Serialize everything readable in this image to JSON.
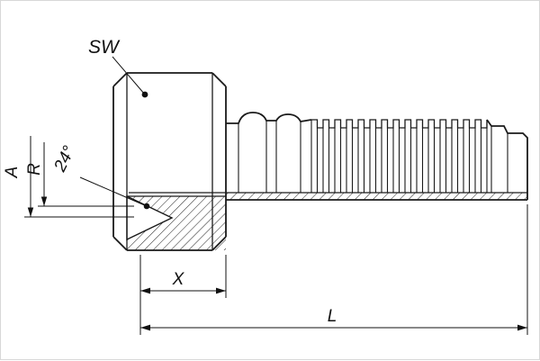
{
  "drawing": {
    "labels": {
      "sw": "SW",
      "a": "A",
      "r": "R",
      "angle": "24°",
      "x": "X",
      "l": "L"
    },
    "colors": {
      "line": "#1a1a1a",
      "background": "#ffffff"
    }
  }
}
